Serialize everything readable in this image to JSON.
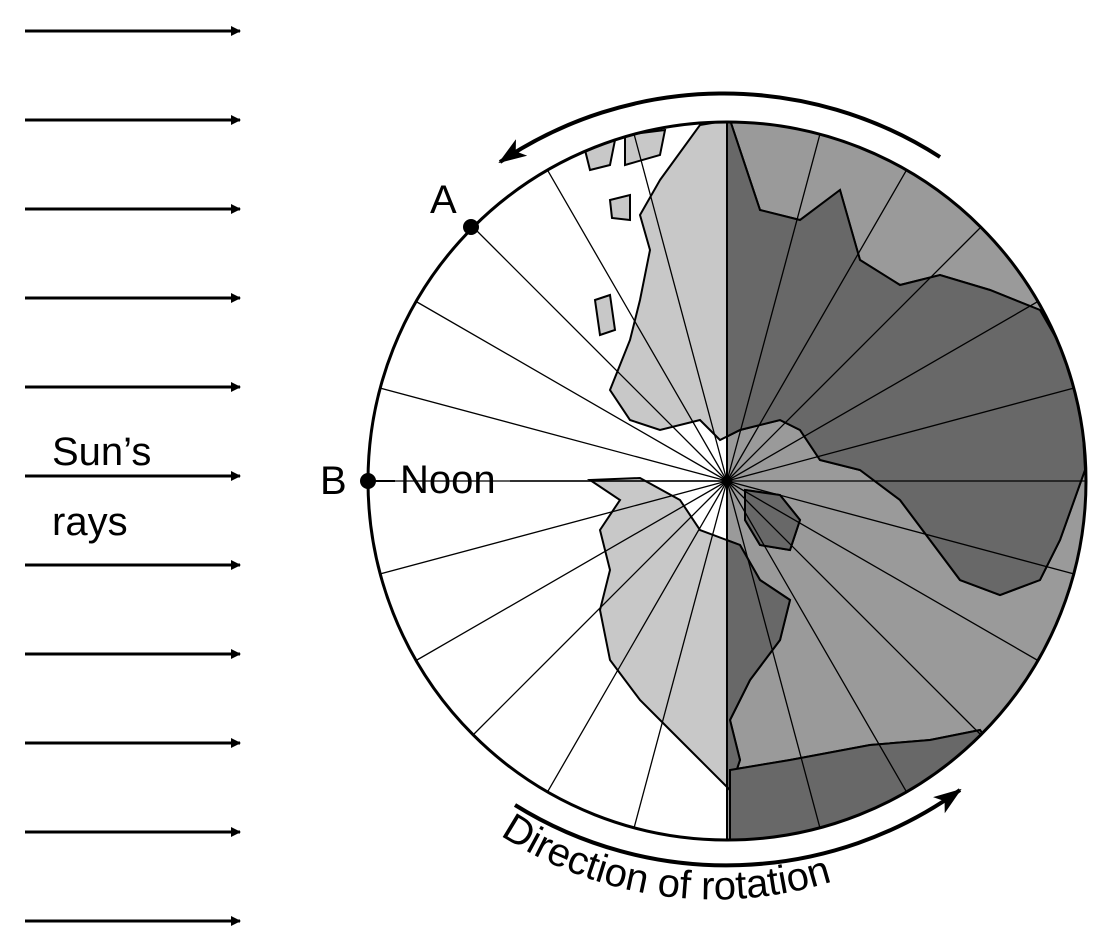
{
  "labels": {
    "sun_rays_line1": "Sun’s",
    "sun_rays_line2": "rays",
    "point_a": "A",
    "point_b": "B",
    "noon": "Noon",
    "rotation": "Direction of rotation"
  },
  "colors": {
    "day_ocean": "#ffffff",
    "day_land": "#c8c8c8",
    "night_ocean": "#9a9a9a",
    "night_land": "#686868"
  },
  "diagram": {
    "sector_count": 24,
    "ray_count": 11
  }
}
